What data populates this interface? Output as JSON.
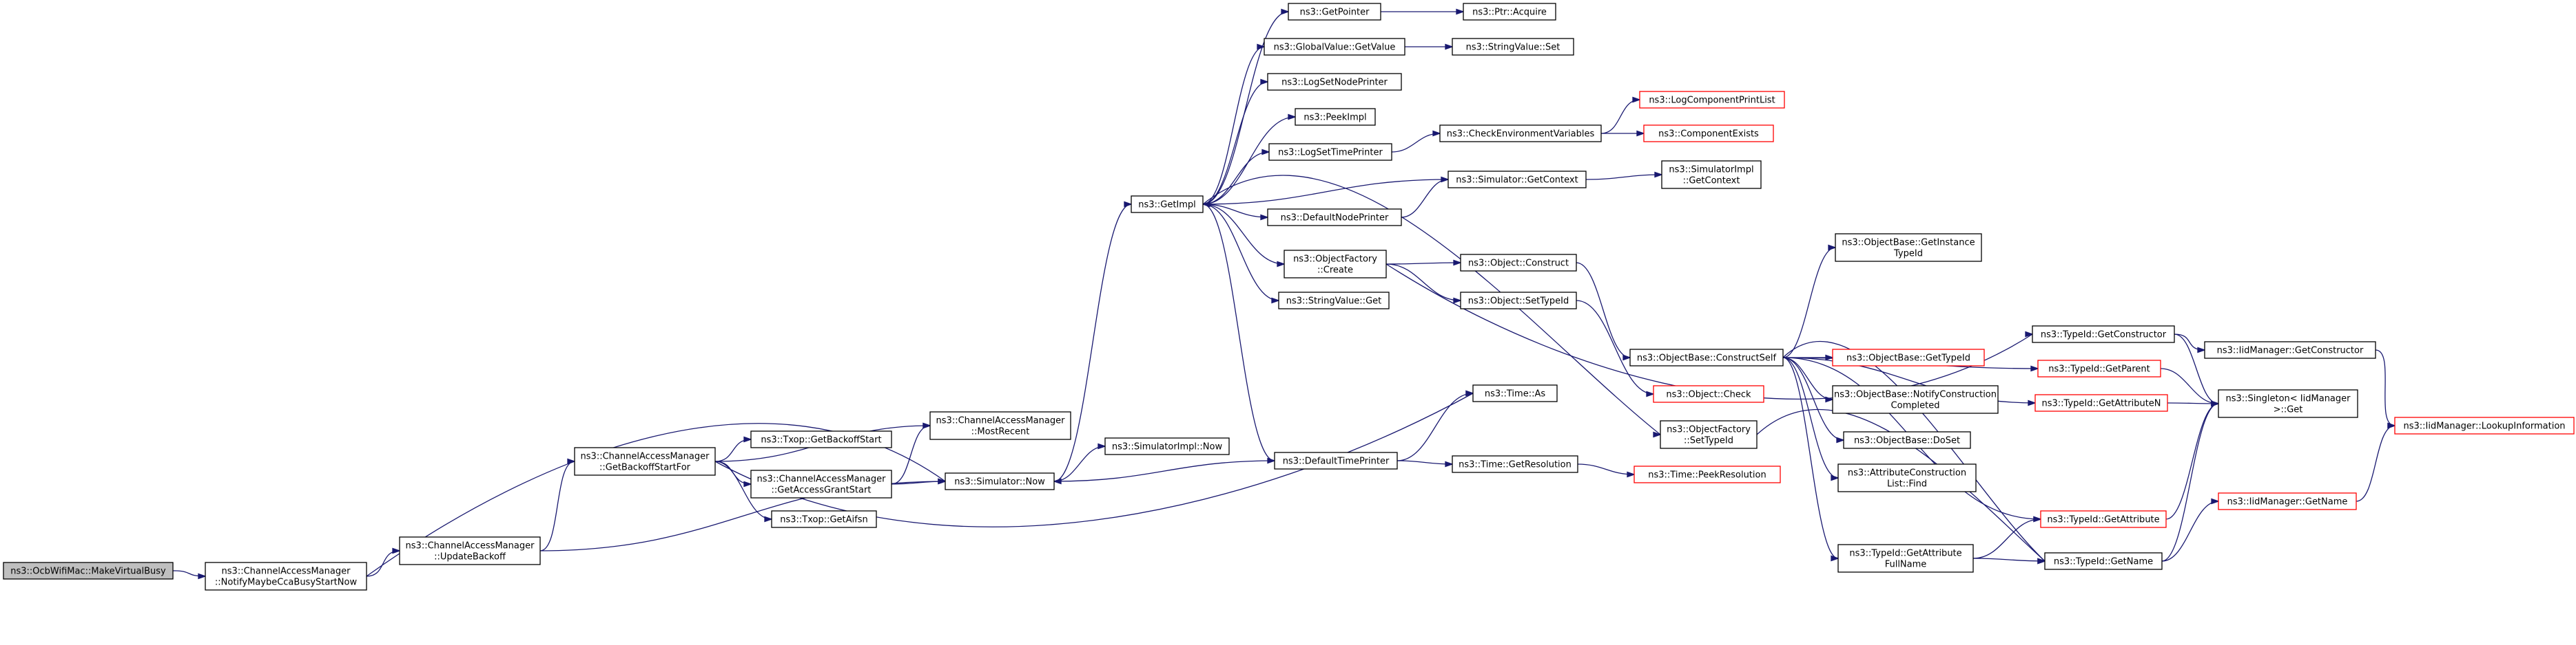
{
  "colors": {
    "edge": "#191970",
    "border_normal": "#000000",
    "border_truncated": "#ff0000",
    "fill_root": "#bfbfbf",
    "fill_normal": "#ffffff"
  },
  "nodes": [
    {
      "id": "makevirtualbusy",
      "style": "root",
      "lines": [
        "ns3::OcbWifiMac::MakeVirtualBusy"
      ]
    },
    {
      "id": "notifymaybe",
      "style": "normal",
      "lines": [
        "ns3::ChannelAccessManager",
        "::NotifyMaybeCcaBusyStartNow"
      ]
    },
    {
      "id": "updatebackoff",
      "style": "normal",
      "lines": [
        "ns3::ChannelAccessManager",
        "::UpdateBackoff"
      ]
    },
    {
      "id": "getbackoffstartfor",
      "style": "normal",
      "lines": [
        "ns3::ChannelAccessManager",
        "::GetBackoffStartFor"
      ]
    },
    {
      "id": "getaccessgrantstart",
      "style": "normal",
      "lines": [
        "ns3::ChannelAccessManager",
        "::GetAccessGrantStart"
      ]
    },
    {
      "id": "mostrecent",
      "style": "normal",
      "lines": [
        "ns3::ChannelAccessManager",
        "::MostRecent"
      ]
    },
    {
      "id": "txop-getbackoffstart",
      "style": "normal",
      "lines": [
        "ns3::Txop::GetBackoffStart"
      ]
    },
    {
      "id": "txop-getaifsn",
      "style": "normal",
      "lines": [
        "ns3::Txop::GetAifsn"
      ]
    },
    {
      "id": "simulator-now",
      "style": "normal",
      "lines": [
        "ns3::Simulator::Now"
      ]
    },
    {
      "id": "simulatorimpl-now",
      "style": "normal",
      "lines": [
        "ns3::SimulatorImpl::Now"
      ]
    },
    {
      "id": "getimpl",
      "style": "normal",
      "lines": [
        "ns3::GetImpl"
      ]
    },
    {
      "id": "defaulttimeprinter",
      "style": "normal",
      "lines": [
        "ns3::DefaultTimePrinter"
      ]
    },
    {
      "id": "time-as",
      "style": "normal",
      "lines": [
        "ns3::Time::As"
      ]
    },
    {
      "id": "time-getresolution",
      "style": "normal",
      "lines": [
        "ns3::Time::GetResolution"
      ]
    },
    {
      "id": "time-peekresolution",
      "style": "truncated",
      "lines": [
        "ns3::Time::PeekResolution"
      ]
    },
    {
      "id": "getpointer",
      "style": "normal",
      "lines": [
        "ns3::GetPointer"
      ]
    },
    {
      "id": "ptr-acquire",
      "style": "normal",
      "lines": [
        "ns3::Ptr::Acquire"
      ]
    },
    {
      "id": "globalvalue-getvalue",
      "style": "normal",
      "lines": [
        "ns3::GlobalValue::GetValue"
      ]
    },
    {
      "id": "stringvalue-set",
      "style": "normal",
      "lines": [
        "ns3::StringValue::Set"
      ]
    },
    {
      "id": "logsetnodeprinter",
      "style": "normal",
      "lines": [
        "ns3::LogSetNodePrinter"
      ]
    },
    {
      "id": "peekimpl",
      "style": "normal",
      "lines": [
        "ns3::PeekImpl"
      ]
    },
    {
      "id": "logsettimeprinter",
      "style": "normal",
      "lines": [
        "ns3::LogSetTimePrinter"
      ]
    },
    {
      "id": "checkenvvars",
      "style": "normal",
      "lines": [
        "ns3::CheckEnvironmentVariables"
      ]
    },
    {
      "id": "logcomponentprintlist",
      "style": "truncated",
      "lines": [
        "ns3::LogComponentPrintList"
      ]
    },
    {
      "id": "componentexists",
      "style": "truncated",
      "lines": [
        "ns3::ComponentExists"
      ]
    },
    {
      "id": "simulator-getcontext",
      "style": "normal",
      "lines": [
        "ns3::Simulator::GetContext"
      ]
    },
    {
      "id": "simulatorimpl-getcontext",
      "style": "normal",
      "lines": [
        "ns3::SimulatorImpl",
        "::GetContext"
      ]
    },
    {
      "id": "defaultnodeprinter",
      "style": "normal",
      "lines": [
        "ns3::DefaultNodePrinter"
      ]
    },
    {
      "id": "objectfactory-create",
      "style": "normal",
      "lines": [
        "ns3::ObjectFactory",
        "::Create"
      ]
    },
    {
      "id": "stringvalue-get",
      "style": "normal",
      "lines": [
        "ns3::StringValue::Get"
      ]
    },
    {
      "id": "object-construct",
      "style": "normal",
      "lines": [
        "ns3::Object::Construct"
      ]
    },
    {
      "id": "object-settypeid",
      "style": "normal",
      "lines": [
        "ns3::Object::SetTypeId"
      ]
    },
    {
      "id": "objectbase-constructself",
      "style": "normal",
      "lines": [
        "ns3::ObjectBase::ConstructSelf"
      ]
    },
    {
      "id": "object-check",
      "style": "truncated",
      "lines": [
        "ns3::Object::Check"
      ]
    },
    {
      "id": "objectfactory-settypeid",
      "style": "normal",
      "lines": [
        "ns3::ObjectFactory",
        "::SetTypeId"
      ]
    },
    {
      "id": "objectbase-getinstancetypeid",
      "style": "normal",
      "lines": [
        "ns3::ObjectBase::GetInstance",
        "TypeId"
      ]
    },
    {
      "id": "objectbase-gettypeid",
      "style": "truncated",
      "lines": [
        "ns3::ObjectBase::GetTypeId"
      ]
    },
    {
      "id": "objectbase-notifyconstruction",
      "style": "normal",
      "lines": [
        "ns3::ObjectBase::NotifyConstruction",
        "Completed"
      ]
    },
    {
      "id": "objectbase-dodispose",
      "style": "normal",
      "lines": [
        "ns3::ObjectBase::DoSet"
      ]
    },
    {
      "id": "attributeconstructionlist-find",
      "style": "normal",
      "lines": [
        "ns3::AttributeConstruction",
        "List::Find"
      ]
    },
    {
      "id": "typeid-getattributefullname",
      "style": "normal",
      "lines": [
        "ns3::TypeId::GetAttribute",
        "FullName"
      ]
    },
    {
      "id": "typeid-getconstructor",
      "style": "normal",
      "lines": [
        "ns3::TypeId::GetConstructor"
      ]
    },
    {
      "id": "typeid-getparent",
      "style": "truncated",
      "lines": [
        "ns3::TypeId::GetParent"
      ]
    },
    {
      "id": "typeid-getattributen",
      "style": "truncated",
      "lines": [
        "ns3::TypeId::GetAttributeN"
      ]
    },
    {
      "id": "typeid-getattribute",
      "style": "truncated",
      "lines": [
        "ns3::TypeId::GetAttribute"
      ]
    },
    {
      "id": "typeid-getname",
      "style": "normal",
      "lines": [
        "ns3::TypeId::GetName"
      ]
    },
    {
      "id": "iidmanager-getconstructor",
      "style": "normal",
      "lines": [
        "ns3::IidManager::GetConstructor"
      ]
    },
    {
      "id": "singleton-get",
      "style": "normal",
      "lines": [
        "ns3::Singleton< IidManager",
        " >::Get"
      ]
    },
    {
      "id": "iidmanager-getname",
      "style": "truncated",
      "lines": [
        "ns3::IidManager::GetName"
      ]
    },
    {
      "id": "iidmanager-lookupinformation",
      "style": "truncated",
      "lines": [
        "ns3::IidManager::LookupInformation"
      ]
    }
  ],
  "edges": [
    [
      "makevirtualbusy",
      "notifymaybe"
    ],
    [
      "notifymaybe",
      "updatebackoff"
    ],
    [
      "notifymaybe",
      "simulator-now"
    ],
    [
      "updatebackoff",
      "getbackoffstartfor"
    ],
    [
      "updatebackoff",
      "simulator-now"
    ],
    [
      "getbackoffstartfor",
      "mostrecent"
    ],
    [
      "getbackoffstartfor",
      "txop-getbackoffstart"
    ],
    [
      "getbackoffstartfor",
      "getaccessgrantstart"
    ],
    [
      "getbackoffstartfor",
      "txop-getaifsn"
    ],
    [
      "getbackoffstartfor",
      "time-as"
    ],
    [
      "getaccessgrantstart",
      "mostrecent"
    ],
    [
      "getaccessgrantstart",
      "simulator-now"
    ],
    [
      "simulator-now",
      "simulatorimpl-now"
    ],
    [
      "simulator-now",
      "getimpl"
    ],
    [
      "getimpl",
      "getpointer"
    ],
    [
      "getimpl",
      "globalvalue-getvalue"
    ],
    [
      "getimpl",
      "logsetnodeprinter"
    ],
    [
      "getimpl",
      "peekimpl"
    ],
    [
      "getimpl",
      "logsettimeprinter"
    ],
    [
      "getimpl",
      "defaultnodeprinter"
    ],
    [
      "getimpl",
      "objectfactory-create"
    ],
    [
      "getimpl",
      "stringvalue-get"
    ],
    [
      "getimpl",
      "objectfactory-settypeid"
    ],
    [
      "getimpl",
      "defaulttimeprinter"
    ],
    [
      "getpointer",
      "ptr-acquire"
    ],
    [
      "globalvalue-getvalue",
      "stringvalue-set"
    ],
    [
      "logsettimeprinter",
      "checkenvvars"
    ],
    [
      "checkenvvars",
      "logcomponentprintlist"
    ],
    [
      "checkenvvars",
      "componentexists"
    ],
    [
      "defaultnodeprinter",
      "simulator-getcontext"
    ],
    [
      "simulator-getcontext",
      "simulatorimpl-getcontext"
    ],
    [
      "simulator-getcontext",
      "getimpl"
    ],
    [
      "objectfactory-create",
      "object-construct"
    ],
    [
      "objectfactory-create",
      "object-settypeid"
    ],
    [
      "objectfactory-create",
      "typeid-getconstructor"
    ],
    [
      "object-construct",
      "objectbase-constructself"
    ],
    [
      "object-settypeid",
      "object-check"
    ],
    [
      "objectfactory-settypeid",
      "typeid-getname"
    ],
    [
      "defaulttimeprinter",
      "simulator-now"
    ],
    [
      "defaulttimeprinter",
      "time-as"
    ],
    [
      "defaulttimeprinter",
      "time-getresolution"
    ],
    [
      "time-getresolution",
      "time-peekresolution"
    ],
    [
      "objectbase-constructself",
      "objectbase-getinstancetypeid"
    ],
    [
      "objectbase-constructself",
      "objectbase-gettypeid"
    ],
    [
      "objectbase-constructself",
      "objectbase-notifyconstruction"
    ],
    [
      "objectbase-constructself",
      "objectbase-dodispose"
    ],
    [
      "objectbase-constructself",
      "attributeconstructionlist-find"
    ],
    [
      "objectbase-constructself",
      "typeid-getattributefullname"
    ],
    [
      "objectbase-constructself",
      "typeid-getparent"
    ],
    [
      "objectbase-constructself",
      "typeid-getattributen"
    ],
    [
      "objectbase-constructself",
      "typeid-getattribute"
    ],
    [
      "objectbase-constructself",
      "typeid-getname"
    ],
    [
      "typeid-getattributefullname",
      "typeid-getattribute"
    ],
    [
      "typeid-getattributefullname",
      "typeid-getname"
    ],
    [
      "typeid-getconstructor",
      "iidmanager-getconstructor"
    ],
    [
      "typeid-getconstructor",
      "singleton-get"
    ],
    [
      "typeid-getparent",
      "singleton-get"
    ],
    [
      "typeid-getattributen",
      "singleton-get"
    ],
    [
      "typeid-getattribute",
      "singleton-get"
    ],
    [
      "typeid-getname",
      "singleton-get"
    ],
    [
      "typeid-getname",
      "iidmanager-getname"
    ],
    [
      "iidmanager-getconstructor",
      "iidmanager-lookupinformation"
    ],
    [
      "iidmanager-getname",
      "iidmanager-lookupinformation"
    ]
  ]
}
